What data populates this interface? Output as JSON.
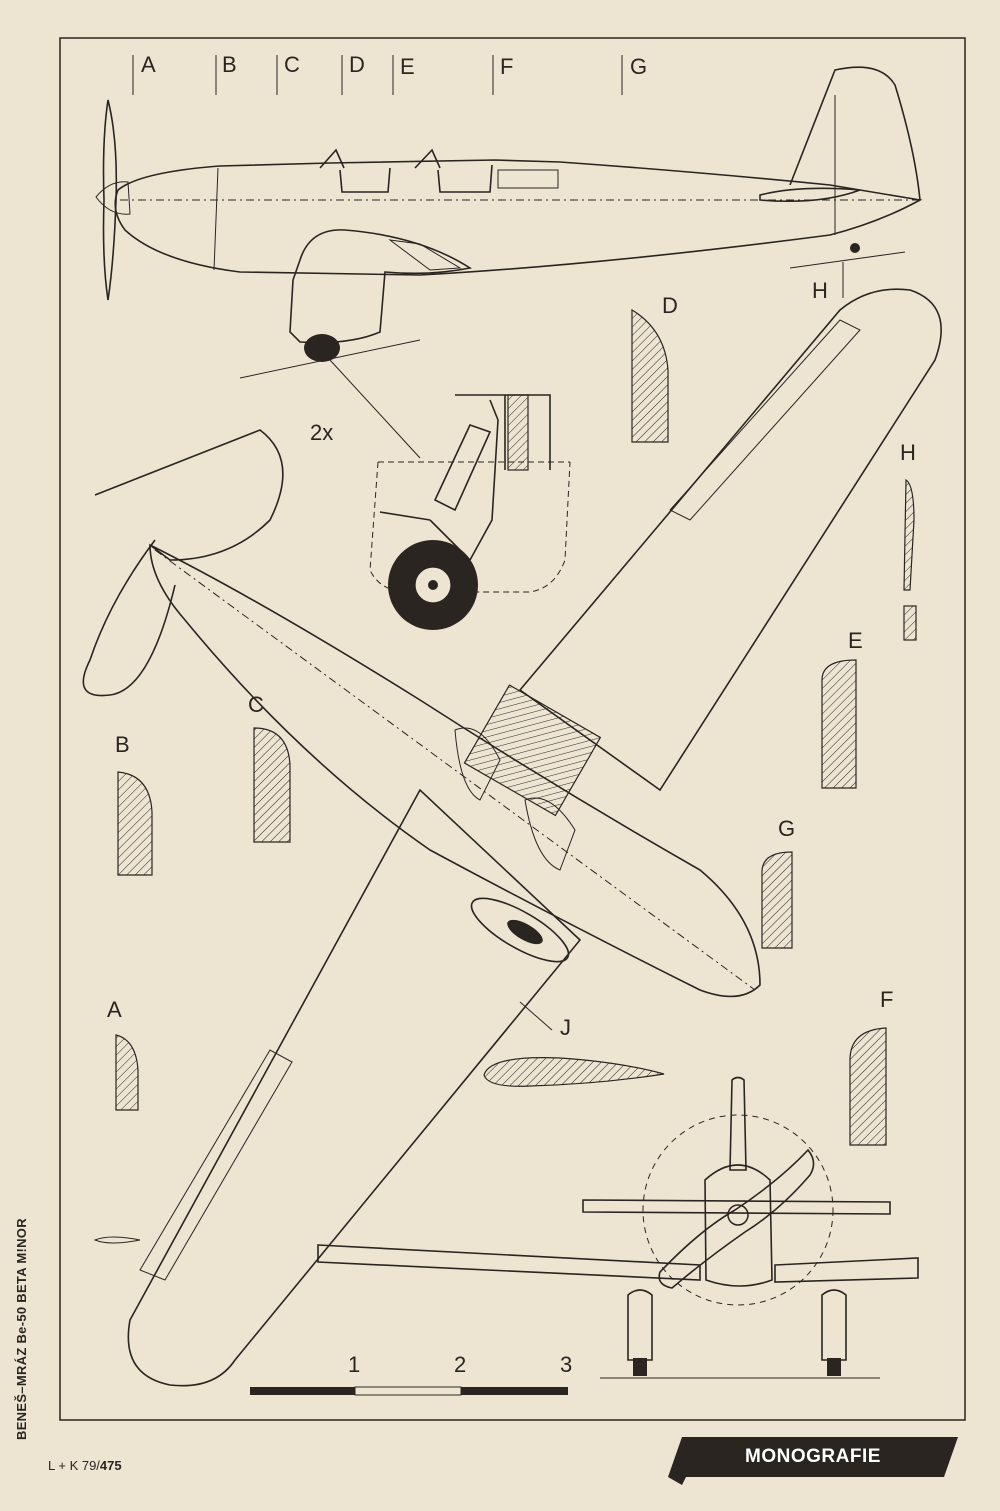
{
  "station_labels": {
    "A": "A",
    "B": "B",
    "C": "C",
    "D": "D",
    "E": "E",
    "F": "F",
    "G": "G",
    "H": "H",
    "J": "J"
  },
  "detail_scale_label": "2x",
  "scale_bar": {
    "marks": [
      "1",
      "2",
      "3"
    ]
  },
  "side_title": "BENEŠ–MRÁZ Be-50 BETA M!NOR",
  "page_reference": {
    "prefix": "L + K 79/",
    "page": "475"
  },
  "section_banner": {
    "label": "MONOGRAFIE"
  }
}
